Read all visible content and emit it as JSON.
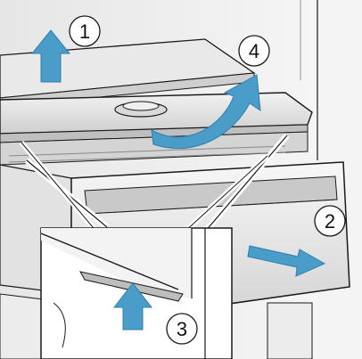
{
  "steps": [
    {
      "number": "1",
      "arrow_direction": "up"
    },
    {
      "number": "2",
      "arrow_direction": "pull-out"
    },
    {
      "number": "3",
      "arrow_direction": "up"
    },
    {
      "number": "4",
      "arrow_direction": "lift-and-rotate"
    }
  ],
  "colors": {
    "arrow": "#4a9cc9",
    "arrow_dark": "#2f7fae",
    "line": "#1a1a1a",
    "panel_light": "#eeeeee",
    "panel_mid": "#d9d9d9",
    "panel_dark": "#bdbdbd",
    "background": "#ffffff"
  }
}
